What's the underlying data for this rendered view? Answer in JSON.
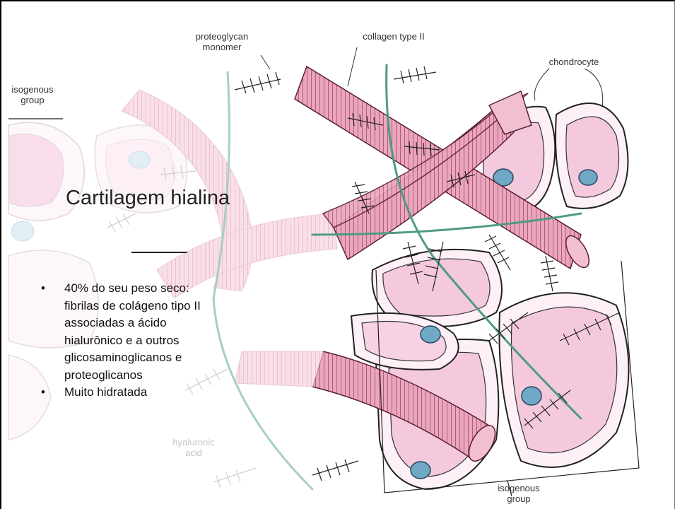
{
  "slide": {
    "title": "Cartilagem hialina",
    "bullets": [
      {
        "marker": "•",
        "text": "40% do seu peso seco: fibrilas de colágeno tipo II associadas a ácido hialurônico e a outros glicosaminoglicanos e proteoglicanos"
      },
      {
        "marker": "•",
        "text": "Muito hidratada"
      }
    ]
  },
  "figure": {
    "labels": {
      "proteoglycan": "proteoglycan\nmonomer",
      "collagen": "collagen type II",
      "chondrocyte": "chondrocyte",
      "isogenous_top": "isogenous\ngroup",
      "hyaluronic": "hyaluronic\nacid",
      "isogenous_bottom": "isogenous\ngroup"
    }
  },
  "colors": {
    "cell_fill": "#f6d2e4",
    "cell_matrix": "#fdf0f6",
    "fibril": "#e8a4bb",
    "fibril_stripe": "#a9496a",
    "nucleus": "#7bb5cc",
    "hyaluronic_acid": "#4f9a84"
  }
}
